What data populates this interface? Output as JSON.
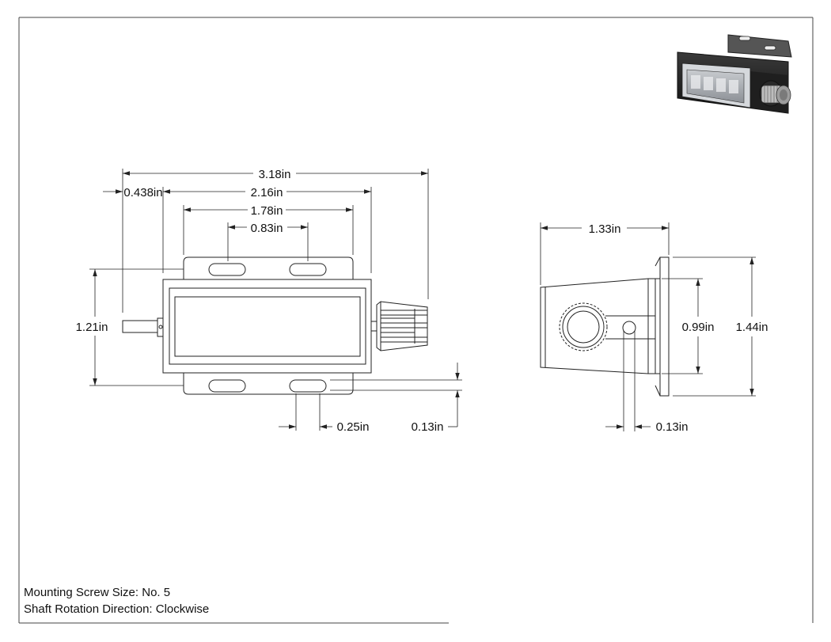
{
  "dimensions": {
    "overall_length": "3.18in",
    "shaft_offset": "0.438in",
    "bracket_width": "2.16in",
    "hole_span_outer": "1.78in",
    "hole_span_inner": "0.83in",
    "body_height": "1.21in",
    "slot_width": "0.25in",
    "slot_offset": "0.13in",
    "side_depth": "1.33in",
    "side_inner_height": "0.99in",
    "side_overall_height": "1.44in",
    "side_hole_offset": "0.13in"
  },
  "notes": {
    "mounting_screw": "Mounting Screw Size: No. 5",
    "shaft_rotation": "Shaft Rotation Direction: Clockwise"
  }
}
